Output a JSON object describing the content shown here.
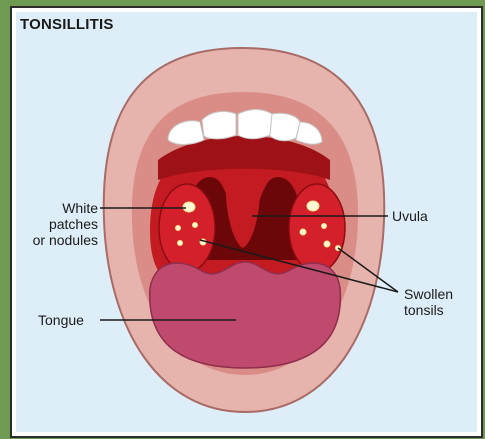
{
  "title": "TONSILLITIS",
  "labels": {
    "white_patches_line1": "White",
    "white_patches_line2": "patches",
    "white_patches_line3": "or nodules",
    "tongue": "Tongue",
    "uvula": "Uvula",
    "swollen_line1": "Swollen",
    "swollen_line2": "tonsils"
  },
  "colors": {
    "lips": "#e6b3ad",
    "gum": "#d98d86",
    "throat": "#c41a22",
    "throat_dark": "#6b0708",
    "tonsil": "#d4202a",
    "tongue": "#c04a6e",
    "teeth": "#ffffff",
    "panel": "#deeef9"
  }
}
